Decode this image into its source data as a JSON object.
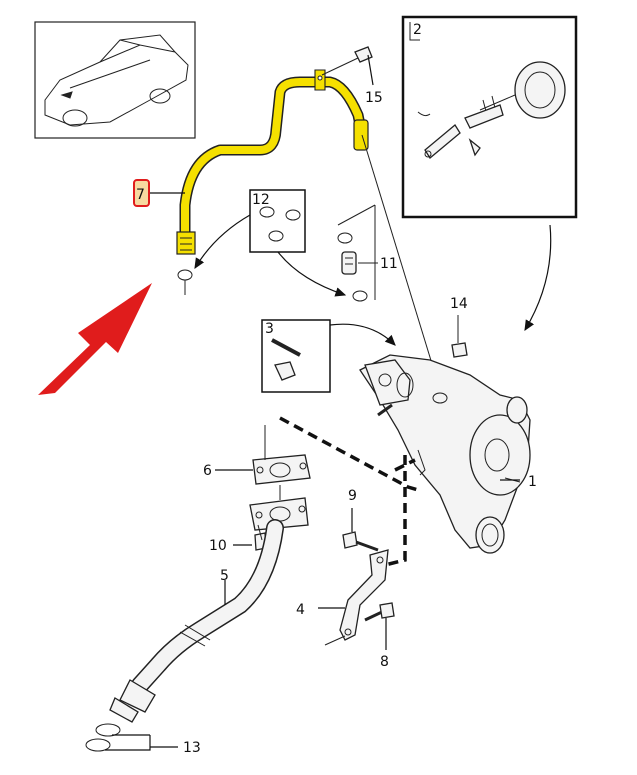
{
  "callouts": {
    "c1": "1",
    "c2": "2",
    "c3": "3",
    "c4": "4",
    "c5": "5",
    "c6": "6",
    "c7": "7",
    "c8": "8",
    "c9": "9",
    "c10": "10",
    "c11": "11",
    "c12": "12",
    "c13": "13",
    "c14": "14",
    "c15": "15"
  },
  "colors": {
    "highlight_pipe": "#f5e000",
    "highlight_badge": "#f7d9a0",
    "highlight_badge_border": "#e01c1c",
    "pointer_arrow": "#e01c1c"
  },
  "icons": {
    "vehicle": "car-sedan-icon",
    "pointer": "red-arrow-icon"
  }
}
